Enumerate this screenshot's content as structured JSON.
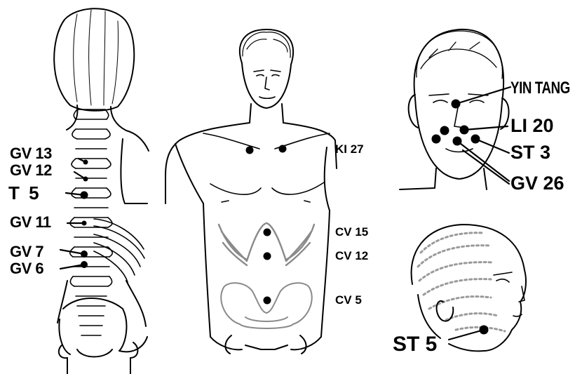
{
  "back_panel": {
    "labels": [
      "GV 13",
      "GV 12",
      "T 5",
      "GV 11",
      "GV 7",
      "GV 6"
    ]
  },
  "torso_panel": {
    "labels": [
      "KI 27",
      "CV 15",
      "CV 12",
      "CV 5"
    ]
  },
  "face_panel": {
    "labels": [
      "YIN TANG",
      "LI 20",
      "ST 3",
      "GV 26"
    ]
  },
  "head_panel": {
    "labels": [
      "ST 5"
    ]
  },
  "colors": {
    "ink": "#000000",
    "paper": "#ffffff",
    "shading": "#9a9a9a"
  }
}
